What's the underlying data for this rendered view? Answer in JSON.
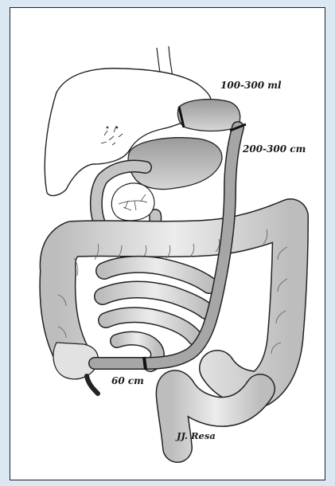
{
  "labels": {
    "pouch_volume": "100-300 ml",
    "bypass_length": "200-300 cm",
    "common_channel": "60 cm"
  },
  "signature": "JJ. Resa",
  "colors": {
    "background": "#dbe8f4",
    "paper": "#ffffff",
    "ink": "#1a1a1a",
    "shade": "#c4c4c4",
    "limb": "#a6a6a6"
  }
}
